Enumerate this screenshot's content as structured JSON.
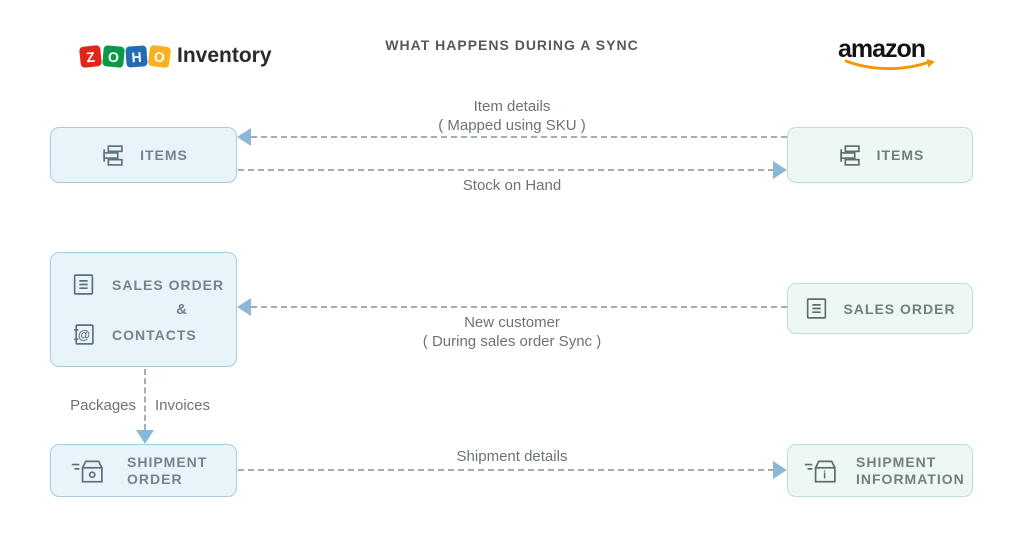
{
  "header": {
    "title": "WHAT HAPPENS DURING A SYNC",
    "zoho_logo": {
      "tiles": [
        {
          "letter": "Z",
          "color": "#e1251b"
        },
        {
          "letter": "O",
          "color": "#089949"
        },
        {
          "letter": "H",
          "color": "#226db4"
        },
        {
          "letter": "O",
          "color": "#f9b21d"
        }
      ],
      "product": "Inventory"
    },
    "amazon_logo": {
      "wordmark": "amazon",
      "smile_color": "#f49801"
    }
  },
  "nodes": {
    "zoho_items": {
      "label": "ITEMS"
    },
    "zoho_sales_contacts": {
      "line1": "SALES ORDER",
      "connector": "&",
      "line2": "CONTACTS"
    },
    "zoho_shipment_order": {
      "line1": "SHIPMENT",
      "line2": "ORDER"
    },
    "amazon_items": {
      "label": "ITEMS"
    },
    "amazon_sales_order": {
      "label": "SALES ORDER"
    },
    "amazon_shipment_information": {
      "line1": "SHIPMENT",
      "line2": "INFORMATION"
    }
  },
  "flows": {
    "item_details": {
      "direction": "to-zoho",
      "label_line1": "Item details",
      "label_line2": "( Mapped using SKU )"
    },
    "stock_on_hand": {
      "direction": "to-amazon",
      "label": "Stock on Hand"
    },
    "new_customer": {
      "direction": "to-zoho",
      "label_line1": "New customer",
      "label_line2": "( During sales order Sync )"
    },
    "shipment_details": {
      "direction": "to-amazon",
      "label": "Shipment details"
    },
    "packages_invoices": {
      "direction": "down",
      "label_left": "Packages",
      "label_right": "Invoices"
    }
  },
  "colors": {
    "zoho_node_fill": "#e9f3fa",
    "zoho_node_border": "#a6cce4",
    "amazon_node_fill": "#edf8f3",
    "amazon_node_border": "#b7e2d0",
    "arrowhead": "#8cb8d8",
    "dashed_line": "#a4adb3",
    "label_text": "#6c7278",
    "amazon_smile": "#f49801"
  }
}
